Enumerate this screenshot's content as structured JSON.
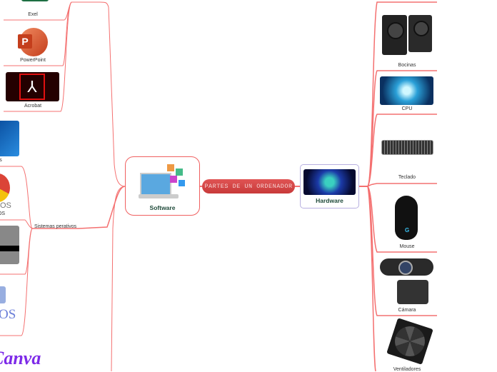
{
  "central": {
    "label": "PARTES DE UN ORDENADOR"
  },
  "software": {
    "label": "Software",
    "groups": [
      {
        "label": "Sistemas perativos"
      }
    ],
    "items": [
      {
        "label": "Exel",
        "icon": "excel-icon"
      },
      {
        "label": "PowerPoint",
        "icon": "powerpoint-icon"
      },
      {
        "label": "Acrobat",
        "icon": "acrobat-icon"
      },
      {
        "label": "s",
        "icon": "windows-icon"
      },
      {
        "label": "OS",
        "icon": "chrome-os-icon"
      },
      {
        "label": "",
        "icon": "linux-icon"
      },
      {
        "label": "OS",
        "icon": "mac-os-icon"
      },
      {
        "label": "Canva",
        "icon": "canva-logo"
      }
    ]
  },
  "hardware": {
    "label": "Hardware",
    "items": [
      {
        "label": "Bocinas",
        "icon": "speakers-image"
      },
      {
        "label": "CPU",
        "icon": "cpu-image"
      },
      {
        "label": "Teclado",
        "icon": "keyboard-image"
      },
      {
        "label": "Mouse",
        "icon": "mouse-image"
      },
      {
        "label": "Cámara",
        "icon": "webcam-image"
      },
      {
        "label": "Ventiladores",
        "icon": "fan-image"
      }
    ]
  },
  "colors": {
    "line": "#f06060",
    "central": "#d04444",
    "hardware_border": "#b8b0e0"
  }
}
